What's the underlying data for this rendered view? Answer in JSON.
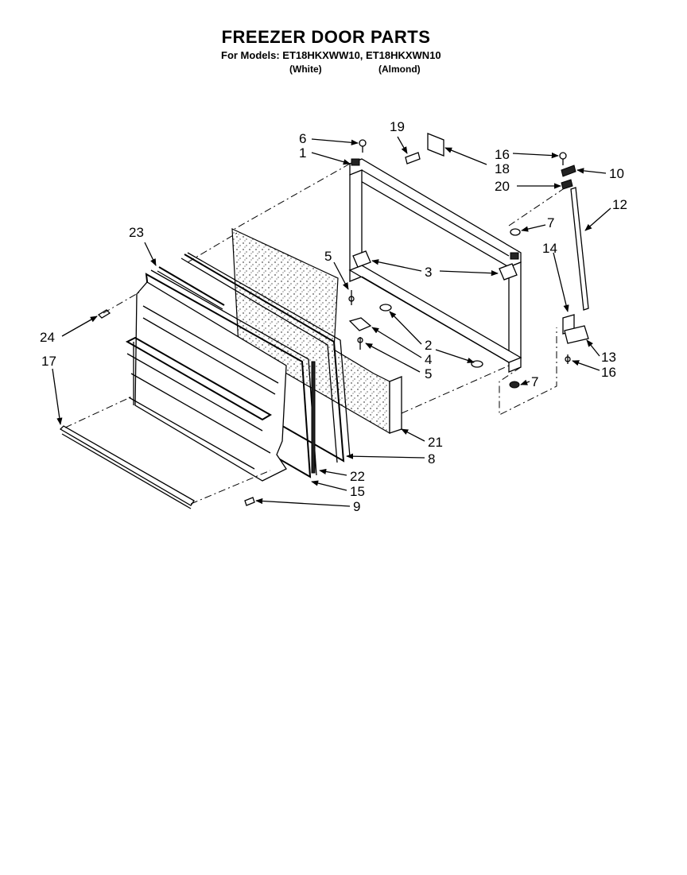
{
  "header": {
    "title": "FREEZER DOOR PARTS",
    "models_line": "For Models: ET18HKXWW10, ET18HKXWN10",
    "color_white": "(White)",
    "color_almond": "(Almond)"
  },
  "callouts": {
    "c1": "1",
    "c2": "2",
    "c3": "3",
    "c4": "4",
    "c5a": "5",
    "c5b": "5",
    "c6": "6",
    "c7a": "7",
    "c7b": "7",
    "c8": "8",
    "c9": "9",
    "c10": "10",
    "c12": "12",
    "c13": "13",
    "c14": "14",
    "c15": "15",
    "c16a": "16",
    "c16b": "16",
    "c17": "17",
    "c18": "18",
    "c19": "19",
    "c20": "20",
    "c21": "21",
    "c22": "22",
    "c23": "23",
    "c24": "24"
  }
}
